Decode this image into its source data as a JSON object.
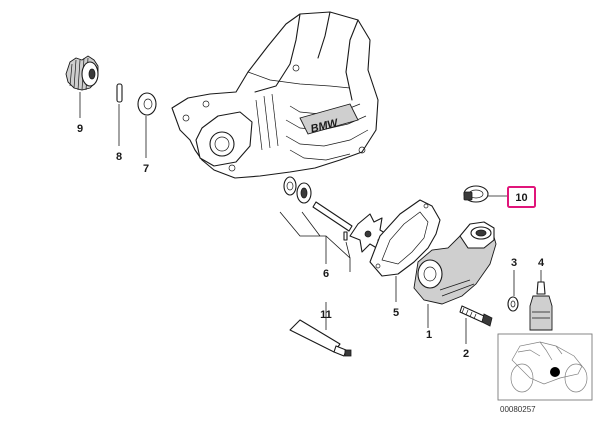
{
  "diagram": {
    "callouts": [
      {
        "id": "1",
        "label": "1"
      },
      {
        "id": "2",
        "label": "2"
      },
      {
        "id": "3",
        "label": "3"
      },
      {
        "id": "4",
        "label": "4"
      },
      {
        "id": "5",
        "label": "5"
      },
      {
        "id": "6",
        "label": "6"
      },
      {
        "id": "7",
        "label": "7"
      },
      {
        "id": "8",
        "label": "8"
      },
      {
        "id": "9",
        "label": "9"
      },
      {
        "id": "10",
        "label": "10"
      },
      {
        "id": "11",
        "label": "11"
      }
    ],
    "highlight_color": "#e0157a",
    "highlighted_callout": "10",
    "diagram_code": "00080257",
    "engine_logo": "BMW"
  }
}
